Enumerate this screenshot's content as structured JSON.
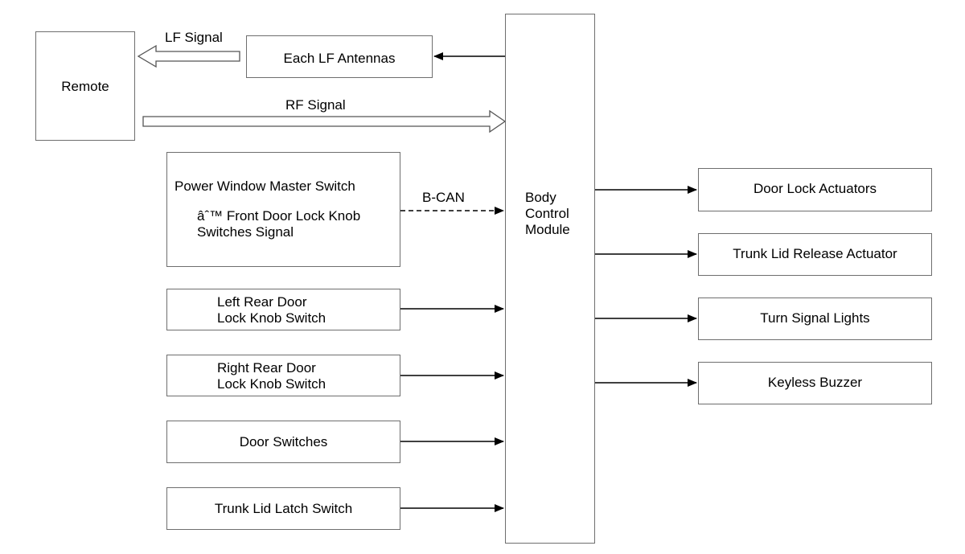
{
  "blocks": {
    "remote": "Remote",
    "lf_antennas": "Each LF Antennas",
    "pw_master_title": "Power Window Master Switch",
    "pw_master_line1": "âˆ™ Front Door Lock Knob",
    "pw_master_line2": "Switches Signal",
    "left_rear_line1": "Left Rear Door",
    "left_rear_line2": "Lock Knob Switch",
    "right_rear_line1": "Right Rear Door",
    "right_rear_line2": "Lock Knob Switch",
    "door_switches": "Door Switches",
    "trunk_latch": "Trunk Lid Latch Switch",
    "bcm_line1": "Body",
    "bcm_line2": "Control",
    "bcm_line3": "Module",
    "door_lock_actuators": "Door Lock Actuators",
    "trunk_release": "Trunk Lid Release Actuator",
    "turn_signal": "Turn Signal Lights",
    "keyless_buzzer": "Keyless Buzzer"
  },
  "signals": {
    "lf": "LF Signal",
    "rf": "RF Signal",
    "bcan": "B-CAN"
  }
}
